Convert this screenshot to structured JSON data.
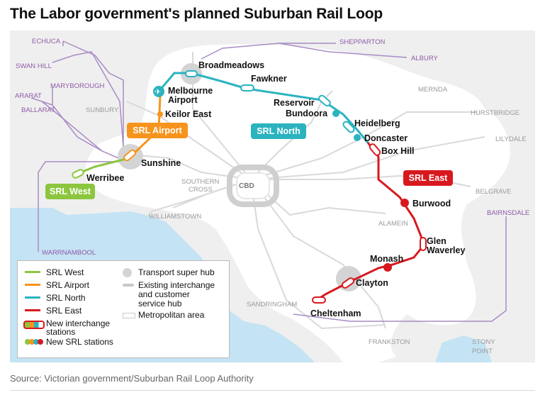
{
  "title": "The Labor government's planned Suburban Rail Loop",
  "source": "Source: Victorian government/Suburban Rail Loop Authority",
  "colors": {
    "srl_west": "#8cc63f",
    "srl_airport": "#f7941d",
    "srl_north": "#2bb3bf",
    "srl_east": "#d7191f",
    "regional": "#a98cc4",
    "metro_rail": "#d9d9d9",
    "water": "#c4e3f4",
    "metro_area": "#ffffff",
    "land": "#efefef"
  },
  "lines": {
    "srl_west": "SRL West",
    "srl_airport": "SRL Airport",
    "srl_north": "SRL North",
    "srl_east": "SRL East"
  },
  "stations": {
    "broadmeadows": "Broadmeadows",
    "fawkner": "Fawkner",
    "melbourne_airport_1": "Melbourne",
    "melbourne_airport_2": "Airport",
    "keilor_east": "Keilor East",
    "reservoir": "Reservoir",
    "bundoora": "Bundoora",
    "heidelberg": "Heidelberg",
    "doncaster": "Doncaster",
    "box_hill": "Box Hill",
    "burwood": "Burwood",
    "glen_waverley_1": "Glen",
    "glen_waverley_2": "Waverley",
    "monash": "Monash",
    "clayton": "Clayton",
    "cheltenham": "Cheltenham",
    "sunshine": "Sunshine",
    "werribee": "Werribee"
  },
  "places": {
    "cbd": "CBD",
    "southern_cross_1": "SOUTHERN",
    "southern_cross_2": "CROSS",
    "sunbury": "SUNBURY",
    "williamstown": "WILLIAMSTOWN",
    "mernda": "MERNDA",
    "hurstbridge": "HURSTBRIDGE",
    "lilydale": "LILYDALE",
    "belgrave": "BELGRAVE",
    "alamein": "ALAMEIN",
    "sandringham": "SANDRINGHAM",
    "frankston": "FRANKSTON",
    "stony_point_1": "STONY",
    "stony_point_2": "POINT"
  },
  "regional": {
    "echuca": "ECHUCA",
    "swan_hill": "SWAN HILL",
    "maryborough": "MARYBOROUGH",
    "ararat": "ARARAT",
    "ballarat": "BALLARAT",
    "warrnambool": "WARRNAMBOOL",
    "shepparton": "SHEPPARTON",
    "albury": "ALBURY",
    "bairnsdale": "BAIRNSDALE"
  },
  "legend": {
    "srl_west": "SRL West",
    "srl_airport": "SRL Airport",
    "srl_north": "SRL North",
    "srl_east": "SRL East",
    "new_interchange_1": "New interchange",
    "new_interchange_2": "stations",
    "new_srl": "New SRL stations",
    "super_hub": "Transport super hub",
    "existing_1": "Existing interchange",
    "existing_2": "and customer",
    "existing_3": "service hub",
    "metro_area": "Metropolitan area"
  },
  "icons": [
    "plane-icon"
  ]
}
